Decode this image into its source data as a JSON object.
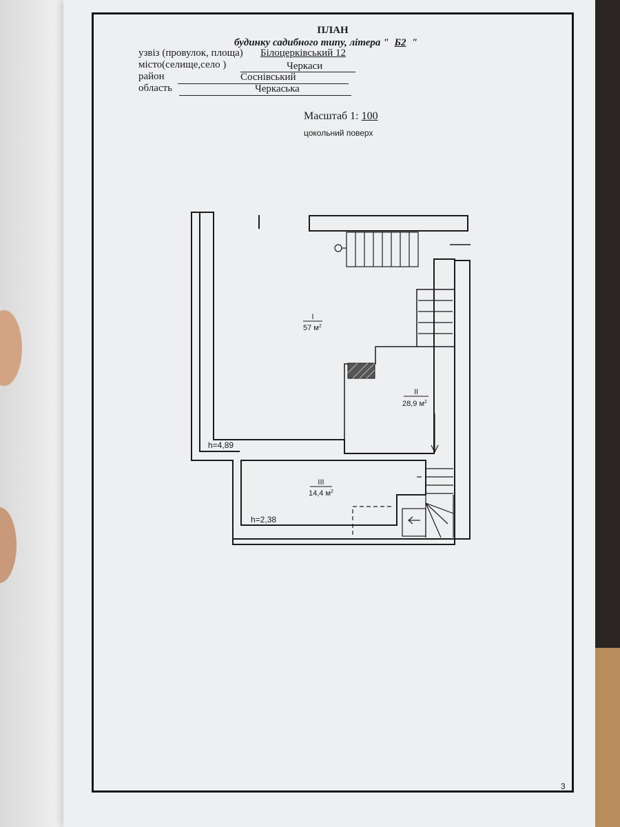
{
  "document": {
    "title": "ПЛАН",
    "subtitle_prefix": "будинку садибного типу, літера \"",
    "litera": "Б2",
    "subtitle_suffix": "\"",
    "street_label": "узвіз (провулок, площа)",
    "street_value": "Білоцерківський 12",
    "city_label": "місто(селище,село )",
    "city_value": "Черкаси",
    "district_label": "район",
    "district_value": "Соснівський",
    "region_label": "область",
    "region_value": "Черкаська",
    "scale_label": "Масштаб 1:",
    "scale_value": "100",
    "floor_name": "цокольний поверх",
    "page_number": "3"
  },
  "plan": {
    "rooms": [
      {
        "number": "I",
        "area": "57 м",
        "sup": "2"
      },
      {
        "number": "II",
        "area": "28,9 м",
        "sup": "2"
      },
      {
        "number": "III",
        "area": "14,4 м",
        "sup": "2"
      }
    ],
    "heights": [
      "h=4,89",
      "h=2,38"
    ]
  }
}
